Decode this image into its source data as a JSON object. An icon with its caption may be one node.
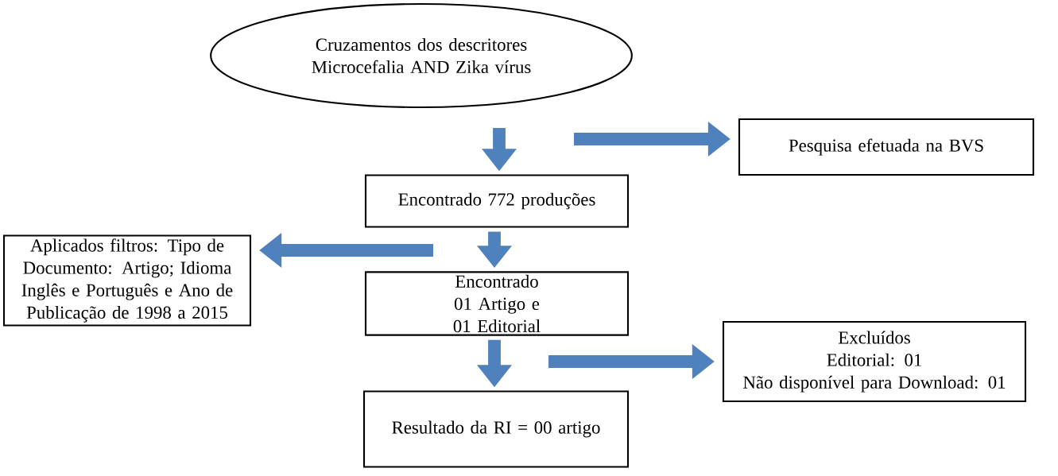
{
  "diagram": {
    "nodes": [
      {
        "text": [
          "Cruzamentos dos descritores Microcefalia AND Zika vírus"
        ]
      },
      {
        "text": [
          "Pesquisa efetuada na BVS"
        ]
      },
      {
        "text": [
          "Encontrado 772 produções"
        ]
      },
      {
        "text": [
          "Aplicados filtros: Tipo de Documento: Artigo; Idioma Inglês e Português e Ano de Publicação de 1998 a 2015"
        ]
      },
      {
        "text": [
          "Encontrado 01 Artigo e 01 Editorial"
        ]
      },
      {
        "text": [
          "Excluídos",
          "Editorial: 01",
          "Não disponível para Download: 01"
        ]
      },
      {
        "text": [
          "Resultado da RI = 00 artigo"
        ]
      }
    ],
    "edges": [
      {
        "from": 0,
        "to": 2,
        "arrow": "to"
      },
      {
        "from": null,
        "to": 1,
        "arrow": "to"
      },
      {
        "from": 2,
        "to": 4,
        "arrow": "to"
      },
      {
        "from": null,
        "to": 3,
        "arrow": "to"
      },
      {
        "from": 4,
        "to": 6,
        "arrow": "to"
      },
      {
        "from": null,
        "to": 5,
        "arrow": "to"
      }
    ]
  }
}
